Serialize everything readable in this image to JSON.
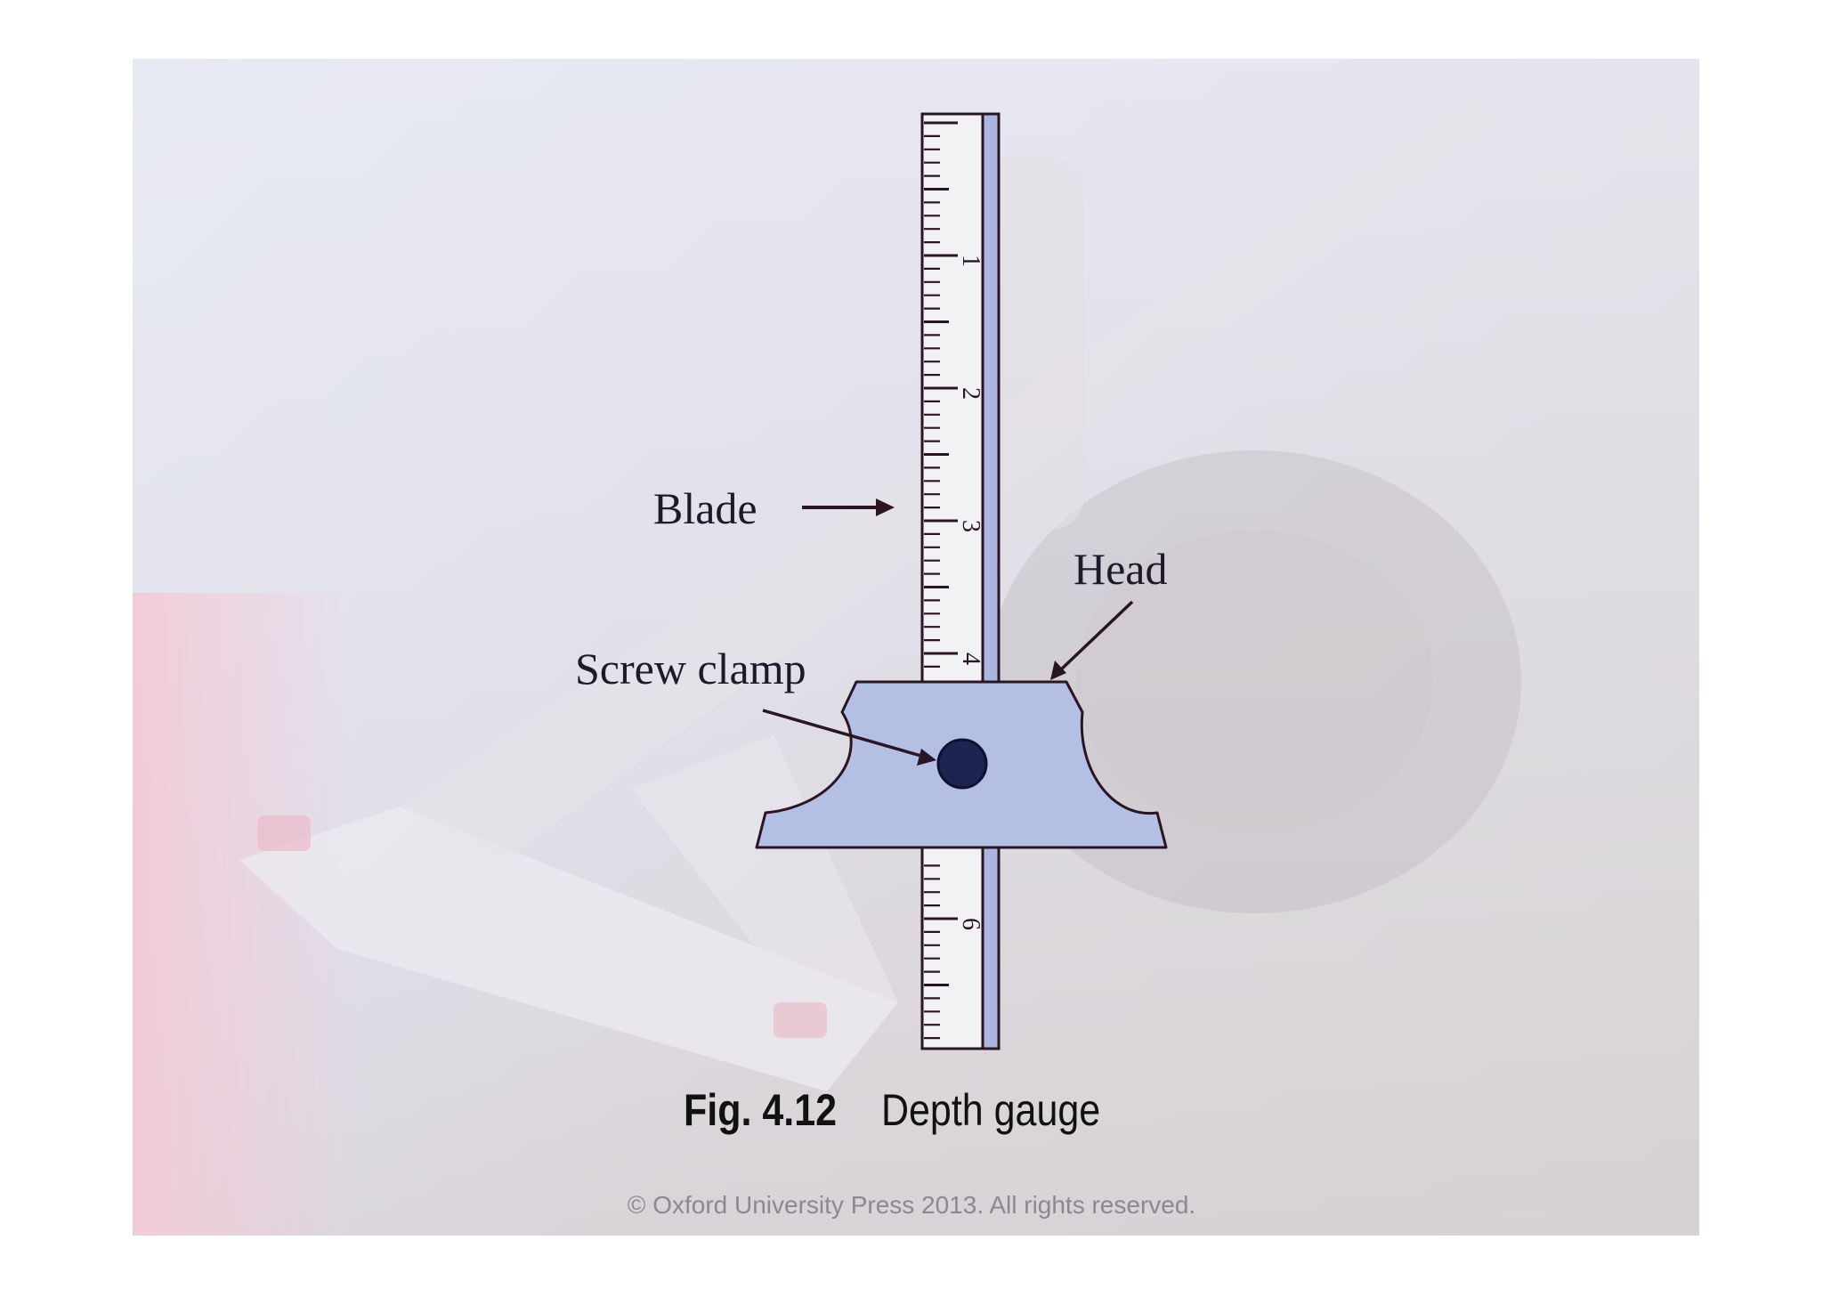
{
  "labels": {
    "blade": "Blade",
    "head": "Head",
    "screw_clamp": "Screw clamp"
  },
  "scale_numbers": [
    "1",
    "2",
    "3",
    "4",
    "6"
  ],
  "caption": {
    "figure_number": "Fig. 4.12",
    "title": "Depth gauge"
  },
  "copyright": "© Oxford University Press 2013. All rights reserved.",
  "colors": {
    "head_fill": "#b4bfe4",
    "blade_strip": "#aab6e0",
    "outline": "#2a1522",
    "screw": "#1e2450"
  }
}
